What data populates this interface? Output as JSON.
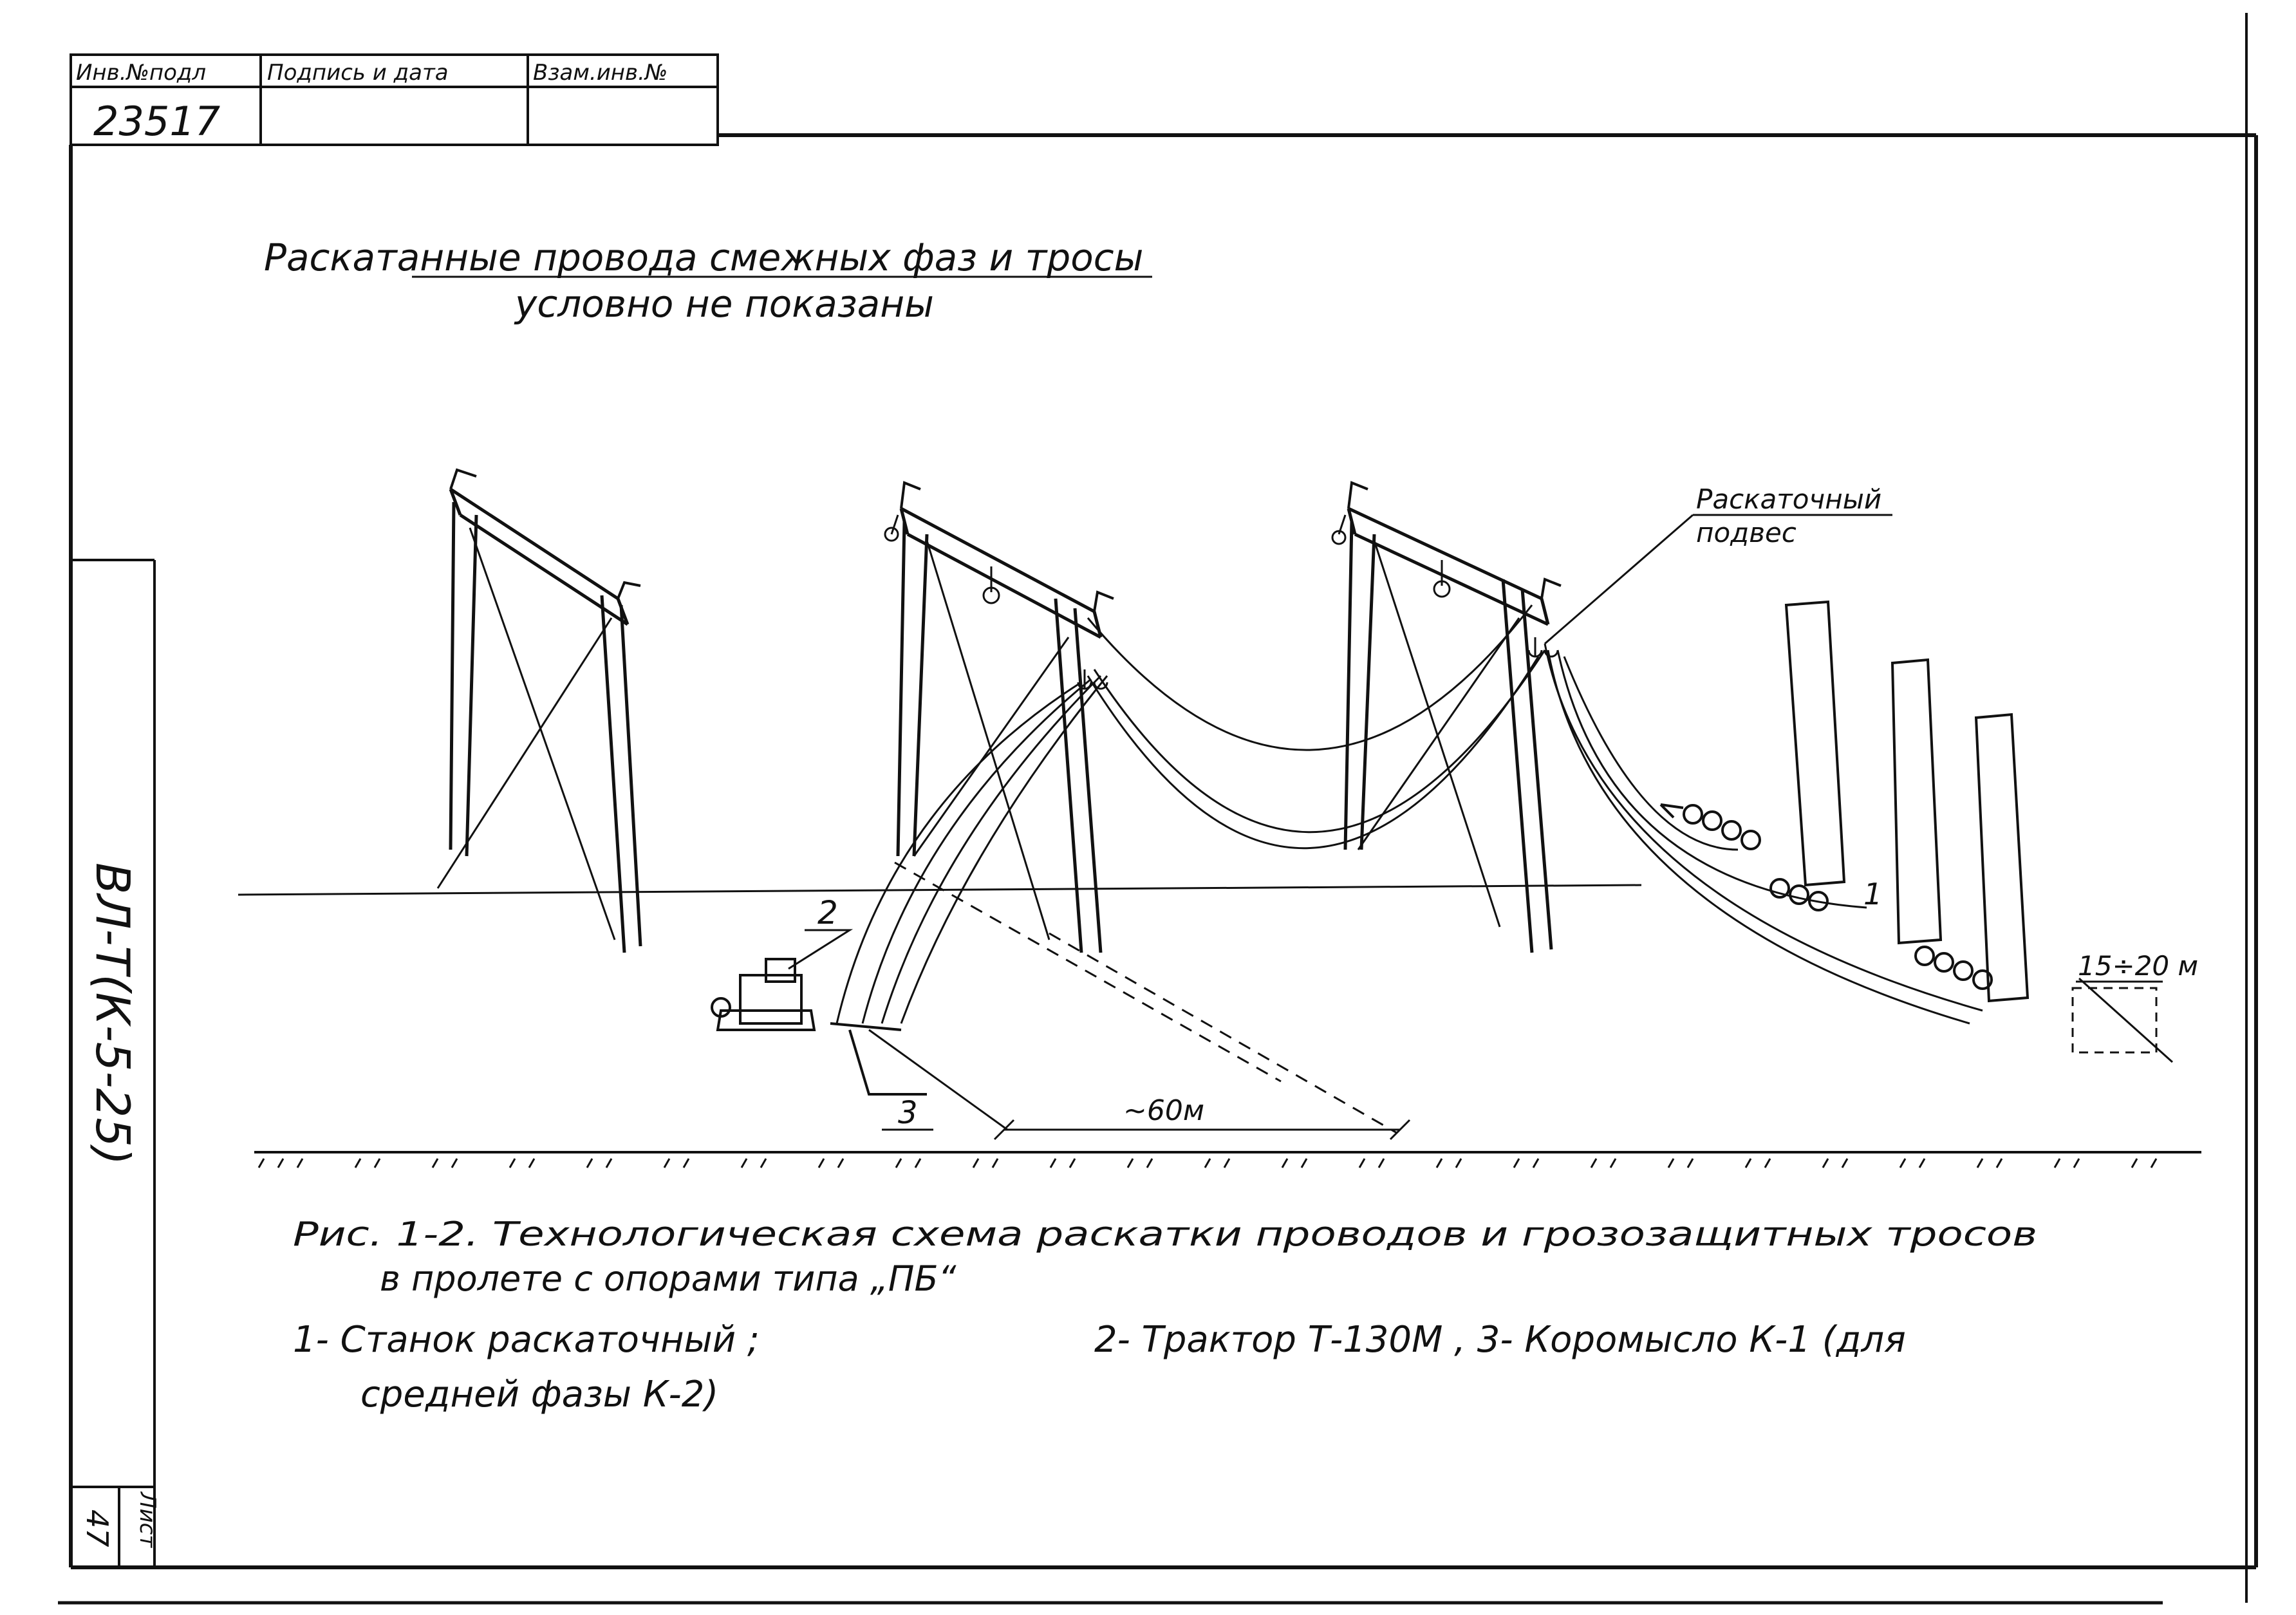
{
  "stamp": {
    "inv_label": "Инв.№подл",
    "sign_label": "Подпись и дата",
    "replace_label": "Взам.инв.№",
    "inv_number": "23517"
  },
  "side_code": "ВЛ-Т(К-5-25)",
  "sheet": {
    "label": "Лист",
    "number": "47"
  },
  "note": {
    "line1": "Раскатанные провода смежных фаз и тросы",
    "line2": "условно не показаны"
  },
  "callouts": {
    "suspension_line1": "Раскаточный",
    "suspension_line2": "подвес",
    "item_1": "1",
    "item_2": "2",
    "item_3": "3",
    "distance": "~60м",
    "offset": "15÷20 м"
  },
  "caption": {
    "title_line1": "Рис. 1-2. Технологическая схема раскатки проводов и грозозащитных тросов",
    "title_line2": "в пролете с опорами типа „ПБ“",
    "legend_line1": "1- Станок раскаточный ;",
    "legend_line1b": "2- Трактор Т-130М ,  3- Коромысло К-1 (для",
    "legend_line2": "средней фазы К-2)"
  }
}
